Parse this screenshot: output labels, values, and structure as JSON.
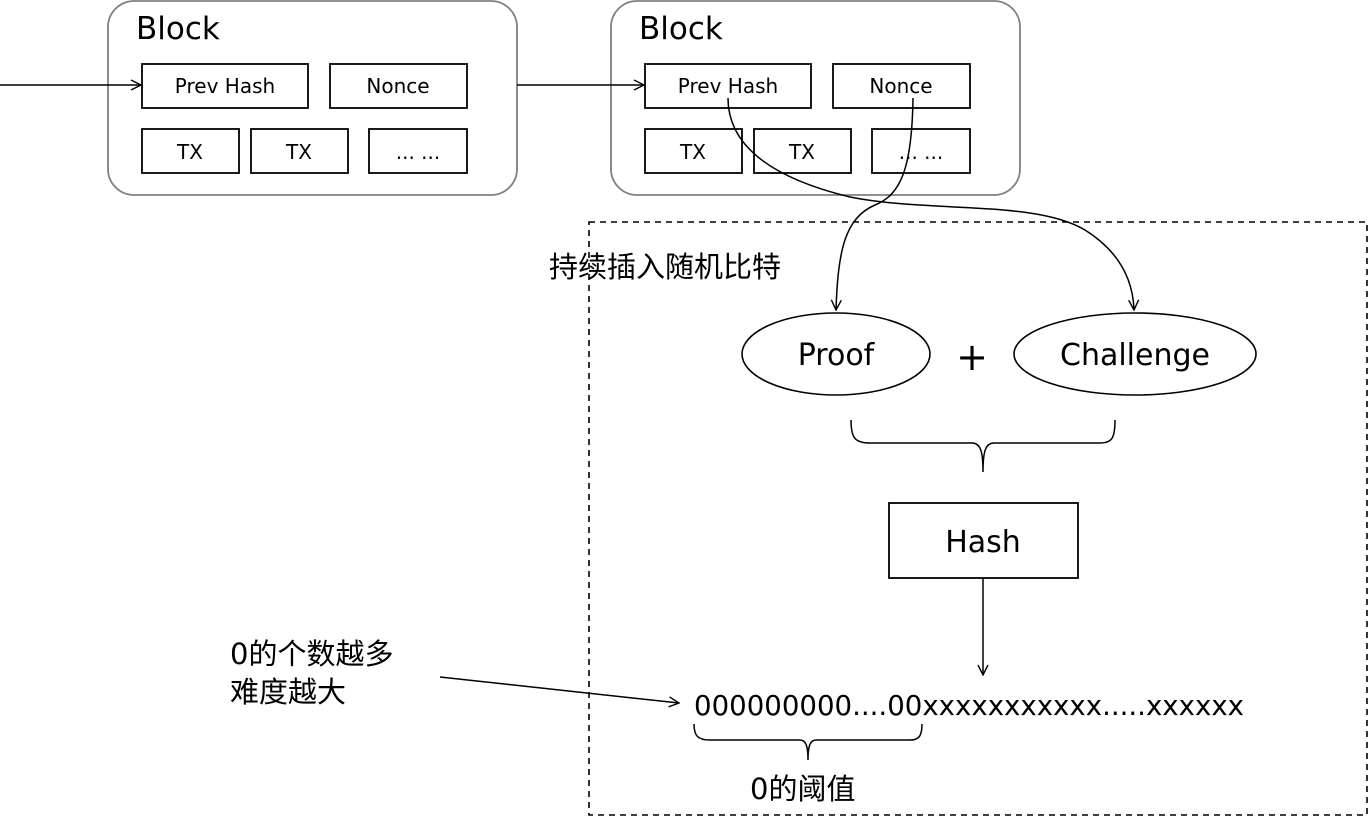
{
  "blocks": [
    {
      "title": "Block",
      "prev_hash": "Prev Hash",
      "nonce": "Nonce",
      "tx": [
        "TX",
        "TX",
        "... ..."
      ]
    },
    {
      "title": "Block",
      "prev_hash": "Prev Hash",
      "nonce": "Nonce",
      "tx": [
        "TX",
        "TX",
        "... ..."
      ]
    }
  ],
  "mining": {
    "insert_random_bits": "持续插入随机比特",
    "proof": "Proof",
    "plus": "+",
    "challenge": "Challenge",
    "hash": "Hash",
    "hash_output": "000000000....00xxxxxxxxxxx.....xxxxxx",
    "zero_threshold": "0的阈值",
    "difficulty_note": {
      "line1": "0的个数越多",
      "line2": "难度越大"
    }
  },
  "colors": {
    "stroke": "#000000",
    "block_border": "#808080",
    "background": "#ffffff"
  }
}
